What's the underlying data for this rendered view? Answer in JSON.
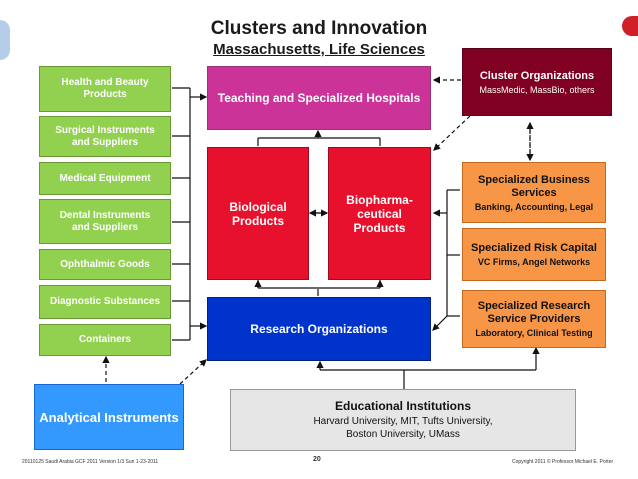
{
  "title": "Clusters and Innovation",
  "subtitle": "Massachusetts, Life Sciences",
  "left_boxes": [
    "Health and Beauty Products",
    "Surgical Instruments and Suppliers",
    "Medical Equipment",
    "Dental Instruments and Suppliers",
    "Ophthalmic Goods",
    "Diagnostic Substances",
    "Containers"
  ],
  "analytical": "Analytical Instruments",
  "hospitals": "Teaching and Specialized Hospitals",
  "biological": "Biological Products",
  "biopharma": "Biopharma-ceutical Products",
  "research": "Research Organizations",
  "cluster_org": {
    "title": "Cluster Organizations",
    "sub": "MassMedic, MassBio, others"
  },
  "right_boxes": [
    {
      "title": "Specialized Business Services",
      "sub": "Banking, Accounting, Legal"
    },
    {
      "title": "Specialized Risk Capital",
      "sub": "VC Firms, Angel Networks"
    },
    {
      "title": "Specialized Research Service Providers",
      "sub": "Laboratory, Clinical Testing"
    }
  ],
  "education": {
    "title": "Educational Institutions",
    "sub": "Harvard University, MIT, Tufts University, Boston University, UMass"
  },
  "footer": {
    "left": "20110125 Saudi Arabia GCF 2011 Version 1/3 Sun 1-23-2011",
    "page": "20",
    "right": "Copyright 2011 © Professor Michael E. Porter"
  },
  "colors": {
    "green": "#92d050",
    "magenta": "#cc3399",
    "red": "#e8112d",
    "blue": "#0033cc",
    "analytical_blue": "#3399ff",
    "maroon": "#7f0022",
    "orange": "#f79646",
    "gray": "#e6e6e6"
  }
}
